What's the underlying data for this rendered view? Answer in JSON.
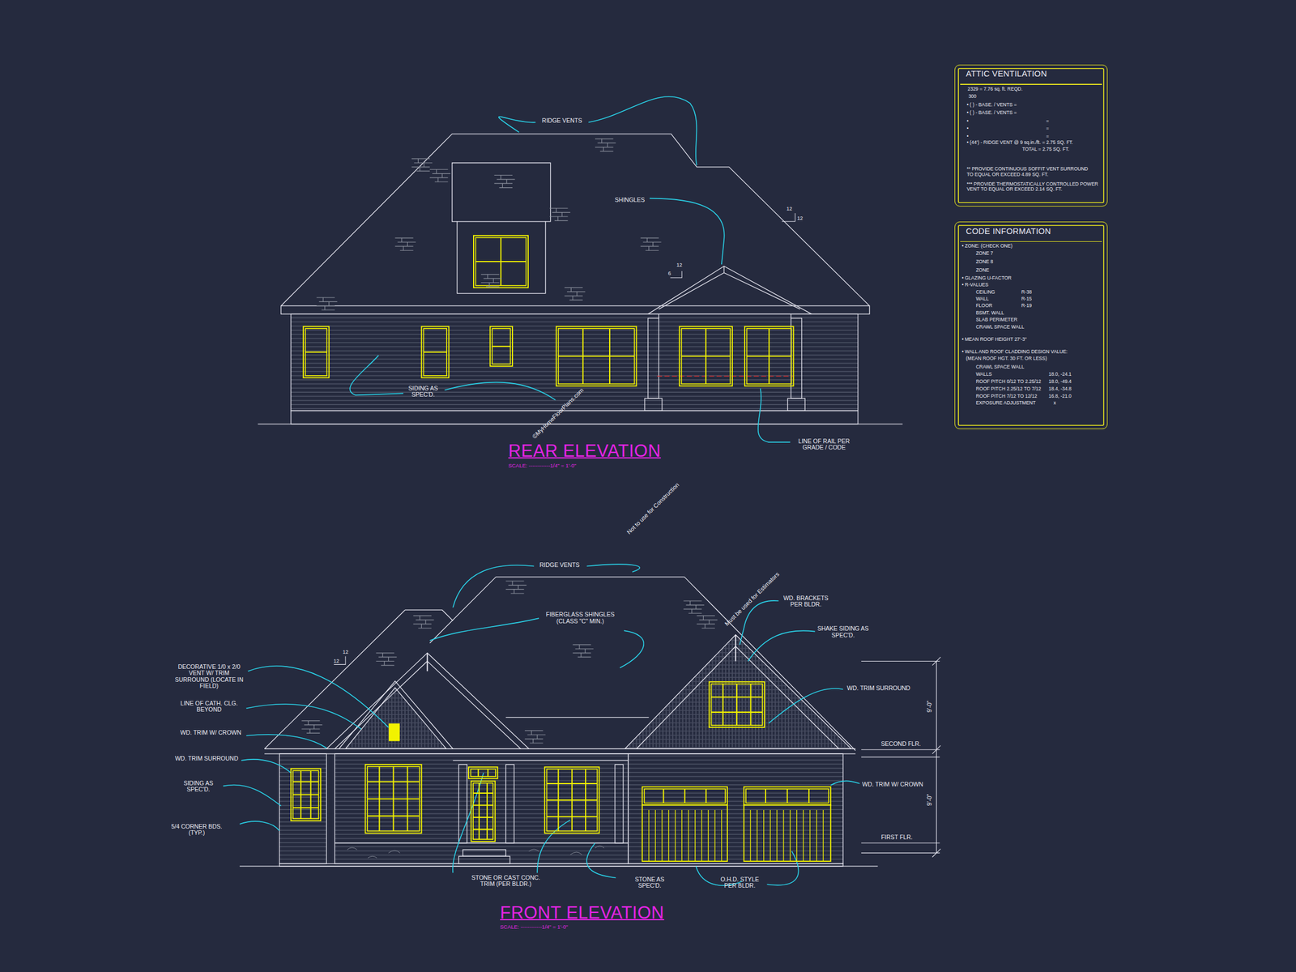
{
  "diagram": {
    "nodes": [
      {
        "text": [
          "ATTIC VENTILATION",
          "2329 = 7.76 sq. ft. REQD.",
          "300",
          "• ( ) - BASE. / VENTS =",
          "• ( ) - BASE. / VENTS =",
          "•",
          "=",
          "•",
          "=",
          "•",
          "=",
          "• (44') - RIDGE VENT @ 9 sq.in./ft. = 2.75 SQ. FT.",
          "TOTAL = 2.75 SQ. FT.",
          "** PROVIDE CONTINUOUS SOFFIT VENT SURROUND TO EQUAL OR EXCEED 4.89 SQ. FT.",
          "*** PROVIDE THERMOSTATICALLY CONTROLLED POWER VENT TO EQUAL OR EXCEED 2.14 SQ. FT."
        ]
      },
      {
        "text": [
          "CODE INFORMATION",
          "• ZONE: (CHECK ONE)",
          "ZONE 7",
          "ZONE 8",
          "ZONE",
          "• GLAZING U-FACTOR",
          "• R-VALUES",
          "CEILING",
          "R-38",
          "WALL",
          "R-15",
          "FLOOR",
          "R-19",
          "BSMT. WALL",
          "SLAB PERIMETER",
          "CRAWL SPACE WALL",
          "• MEAN ROOF HEIGHT 27'-3\"",
          "• WALL AND ROOF CLADDING DESIGN VALUE:",
          "(MEAN ROOF HGT. 30 FT. OR LESS)",
          "CRAWL SPACE WALL",
          "WALLS",
          "18.0, -24.1",
          "ROOF PITCH 0/12 TO 2.25/12",
          "18.0, -49.4",
          "ROOF PITCH 2.25/12 TO 7/12",
          "18.4, -34.8",
          "ROOF PITCH 7/12 TO 12/12",
          "16.8, -21.0",
          "EXPOSURE ADJUSTMENT",
          "x"
        ]
      }
    ],
    "labels": [
      "RIDGE VENTS",
      "SHINGLES",
      "12",
      "12",
      "6",
      "12",
      "SIDING AS SPEC'D.",
      "LINE OF RAIL PER GRADE / CODE",
      "REAR ELEVATION",
      "SCALE: ------------1/4\" = 1'-0\"",
      "RIDGE VENTS",
      "FIBERGLASS SHINGLES (CLASS \"C\" MIN.)",
      "WD. BRACKETS PER BLDR.",
      "SHAKE SIDING AS SPEC'D.",
      "WD. TRIM SURROUND",
      "SECOND FLR.",
      "WD. TRIM W/ CROWN",
      "FIRST FLR.",
      "9'-0\"",
      "9'-0\"",
      "12",
      "12",
      "DECORATIVE 1/0 x 2/0 VENT W/ TRIM SURROUND (LOCATE IN FIELD)",
      "LINE OF CATH. CLG. BEYOND",
      "WD. TRIM W/ CROWN",
      "WD. TRIM SURROUND",
      "SIDING AS SPEC'D.",
      "5/4 CORNER BDS. (TYP.)",
      "STONE OR CAST CONC. TRIM (PER BLDR.)",
      "STONE AS SPEC'D.",
      "O.H.D. STYLE PER BLDR.",
      "FRONT ELEVATION",
      "SCALE: ------------1/4\" = 1'-0\"",
      "©MyHomeFloorPlans.com",
      "Not to use for Construction",
      "Must be used for Estimators"
    ]
  }
}
